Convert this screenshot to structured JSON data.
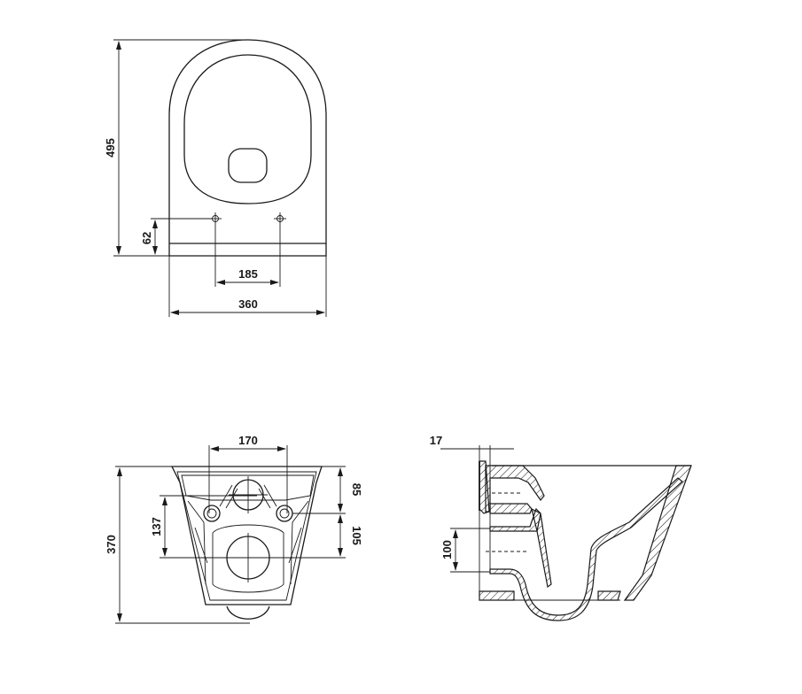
{
  "drawing": {
    "type": "technical dimension drawing",
    "subject": "wall-hung toilet",
    "line_color": "#1a1a1a",
    "background": "#ffffff"
  },
  "views": {
    "top": {
      "dimensions": {
        "depth": "495",
        "fixing_offset": "62",
        "fixing_spacing": "185",
        "width": "360"
      }
    },
    "rear": {
      "dimensions": {
        "bolt_spacing": "170",
        "height": "370",
        "bolt_height": "137",
        "top_to_bolt": "85",
        "bolt_to_outlet": "105"
      }
    },
    "section": {
      "dimensions": {
        "wall_offset": "17",
        "outlet_height": "100"
      }
    }
  }
}
